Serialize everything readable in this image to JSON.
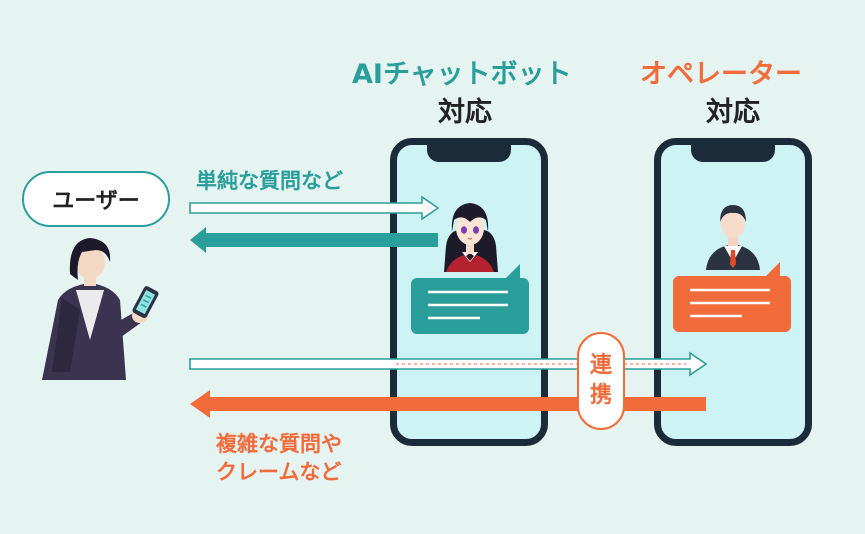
{
  "headings": {
    "chatbot_line1": "AIチャットボット",
    "chatbot_line2": "対応",
    "operator_line1": "オペレーター",
    "operator_line2": "対応"
  },
  "user": {
    "label": "ユーザー"
  },
  "simple_inquiry": {
    "label": "単純な質問など"
  },
  "complex_inquiry": {
    "line1": "複雑な質問や",
    "line2": "クレームなど"
  },
  "handoff": {
    "char1": "連",
    "char2": "携"
  },
  "colors": {
    "background": "#e6f4f1",
    "teal": "#2a9e9a",
    "orange": "#f26b3a",
    "phone_frame": "#1c2b3a",
    "phone_screen": "#cdf3f5"
  }
}
